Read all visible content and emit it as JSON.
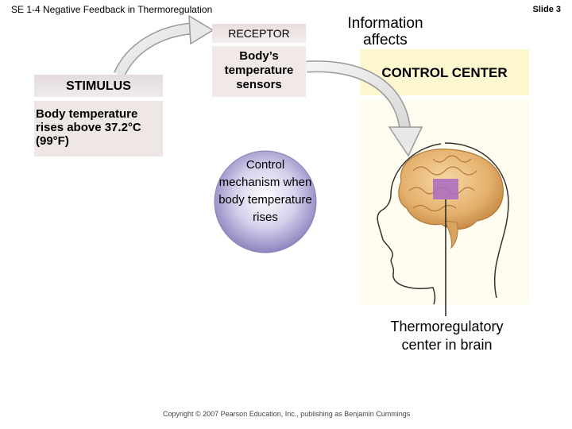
{
  "header": {
    "title": "SE 1-4 Negative Feedback in Thermoregulation",
    "slide": "Slide 3"
  },
  "receptor": {
    "label": "RECEPTOR",
    "description": "Body’s temperature sensors"
  },
  "stimulus": {
    "label": "STIMULUS",
    "description": "Body temperature rises above 37.2°C (99°F)"
  },
  "flow": {
    "information_label": "Information affects"
  },
  "control_center": {
    "label": "CONTROL CENTER",
    "brain_label": "Thermoregulatory center in brain"
  },
  "mechanism": {
    "label": "Control mechanism when body temperature rises"
  },
  "footer": {
    "copyright": "Copyright © 2007 Pearson Education, Inc., publishing as Benjamin Cummings"
  },
  "colors": {
    "arrow_fill": "#e6e6e6",
    "mechanism_circle": "#9e94c8",
    "control_label_bg": "#fdf7d0",
    "control_body_bg": "#fffdef",
    "hypothalamus": "#9c5fb0",
    "brain": "#e8b978"
  }
}
